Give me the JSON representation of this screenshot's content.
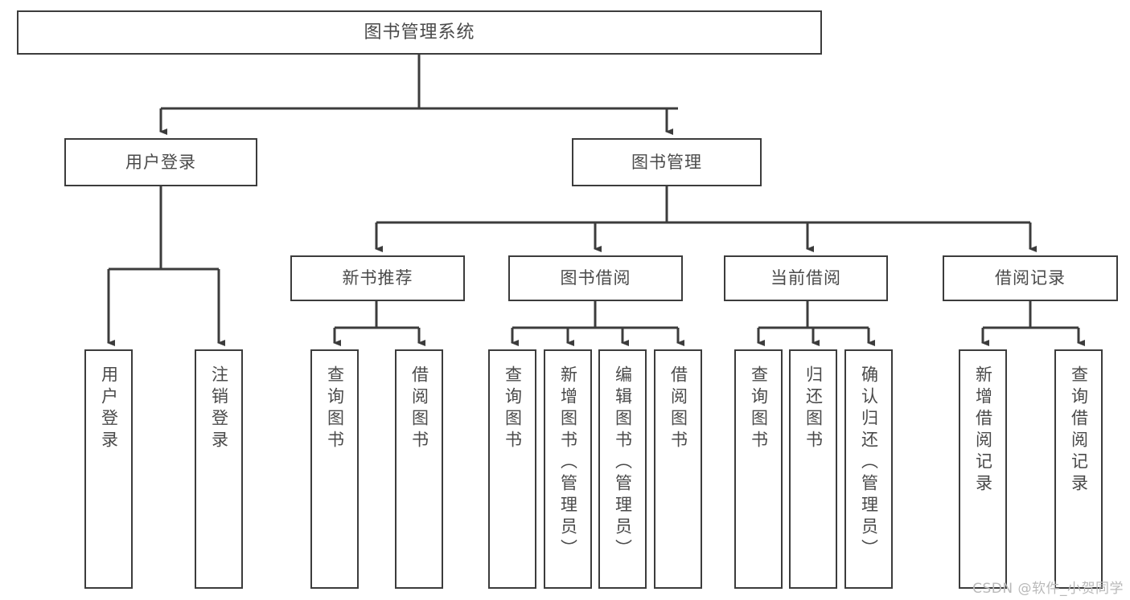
{
  "diagram": {
    "title": "图书管理系统",
    "watermark": "CSDN @软件_小贺同学",
    "stroke_color": "#3c3c3c",
    "text_color": "#4a4a4a",
    "background_color": "#ffffff",
    "root": {
      "label": "图书管理系统"
    },
    "level1": [
      {
        "label": "用户登录"
      },
      {
        "label": "图书管理"
      }
    ],
    "level2": [
      {
        "label": "新书推荐"
      },
      {
        "label": "图书借阅"
      },
      {
        "label": "当前借阅"
      },
      {
        "label": "借阅记录"
      }
    ],
    "leaves": {
      "user_login": [
        {
          "label": "用户登录"
        },
        {
          "label": "注销登录"
        }
      ],
      "new_book": [
        {
          "label": "查询图书"
        },
        {
          "label": "借阅图书"
        }
      ],
      "book_borrow": [
        {
          "label": "查询图书"
        },
        {
          "label": "新增图书（管理员）"
        },
        {
          "label": "编辑图书（管理员）"
        },
        {
          "label": "借阅图书"
        }
      ],
      "current_borrow": [
        {
          "label": "查询图书"
        },
        {
          "label": "归还图书"
        },
        {
          "label": "确认归还（管理员）"
        }
      ],
      "borrow_record": [
        {
          "label": "新增借阅记录"
        },
        {
          "label": "查询借阅记录"
        }
      ]
    }
  }
}
